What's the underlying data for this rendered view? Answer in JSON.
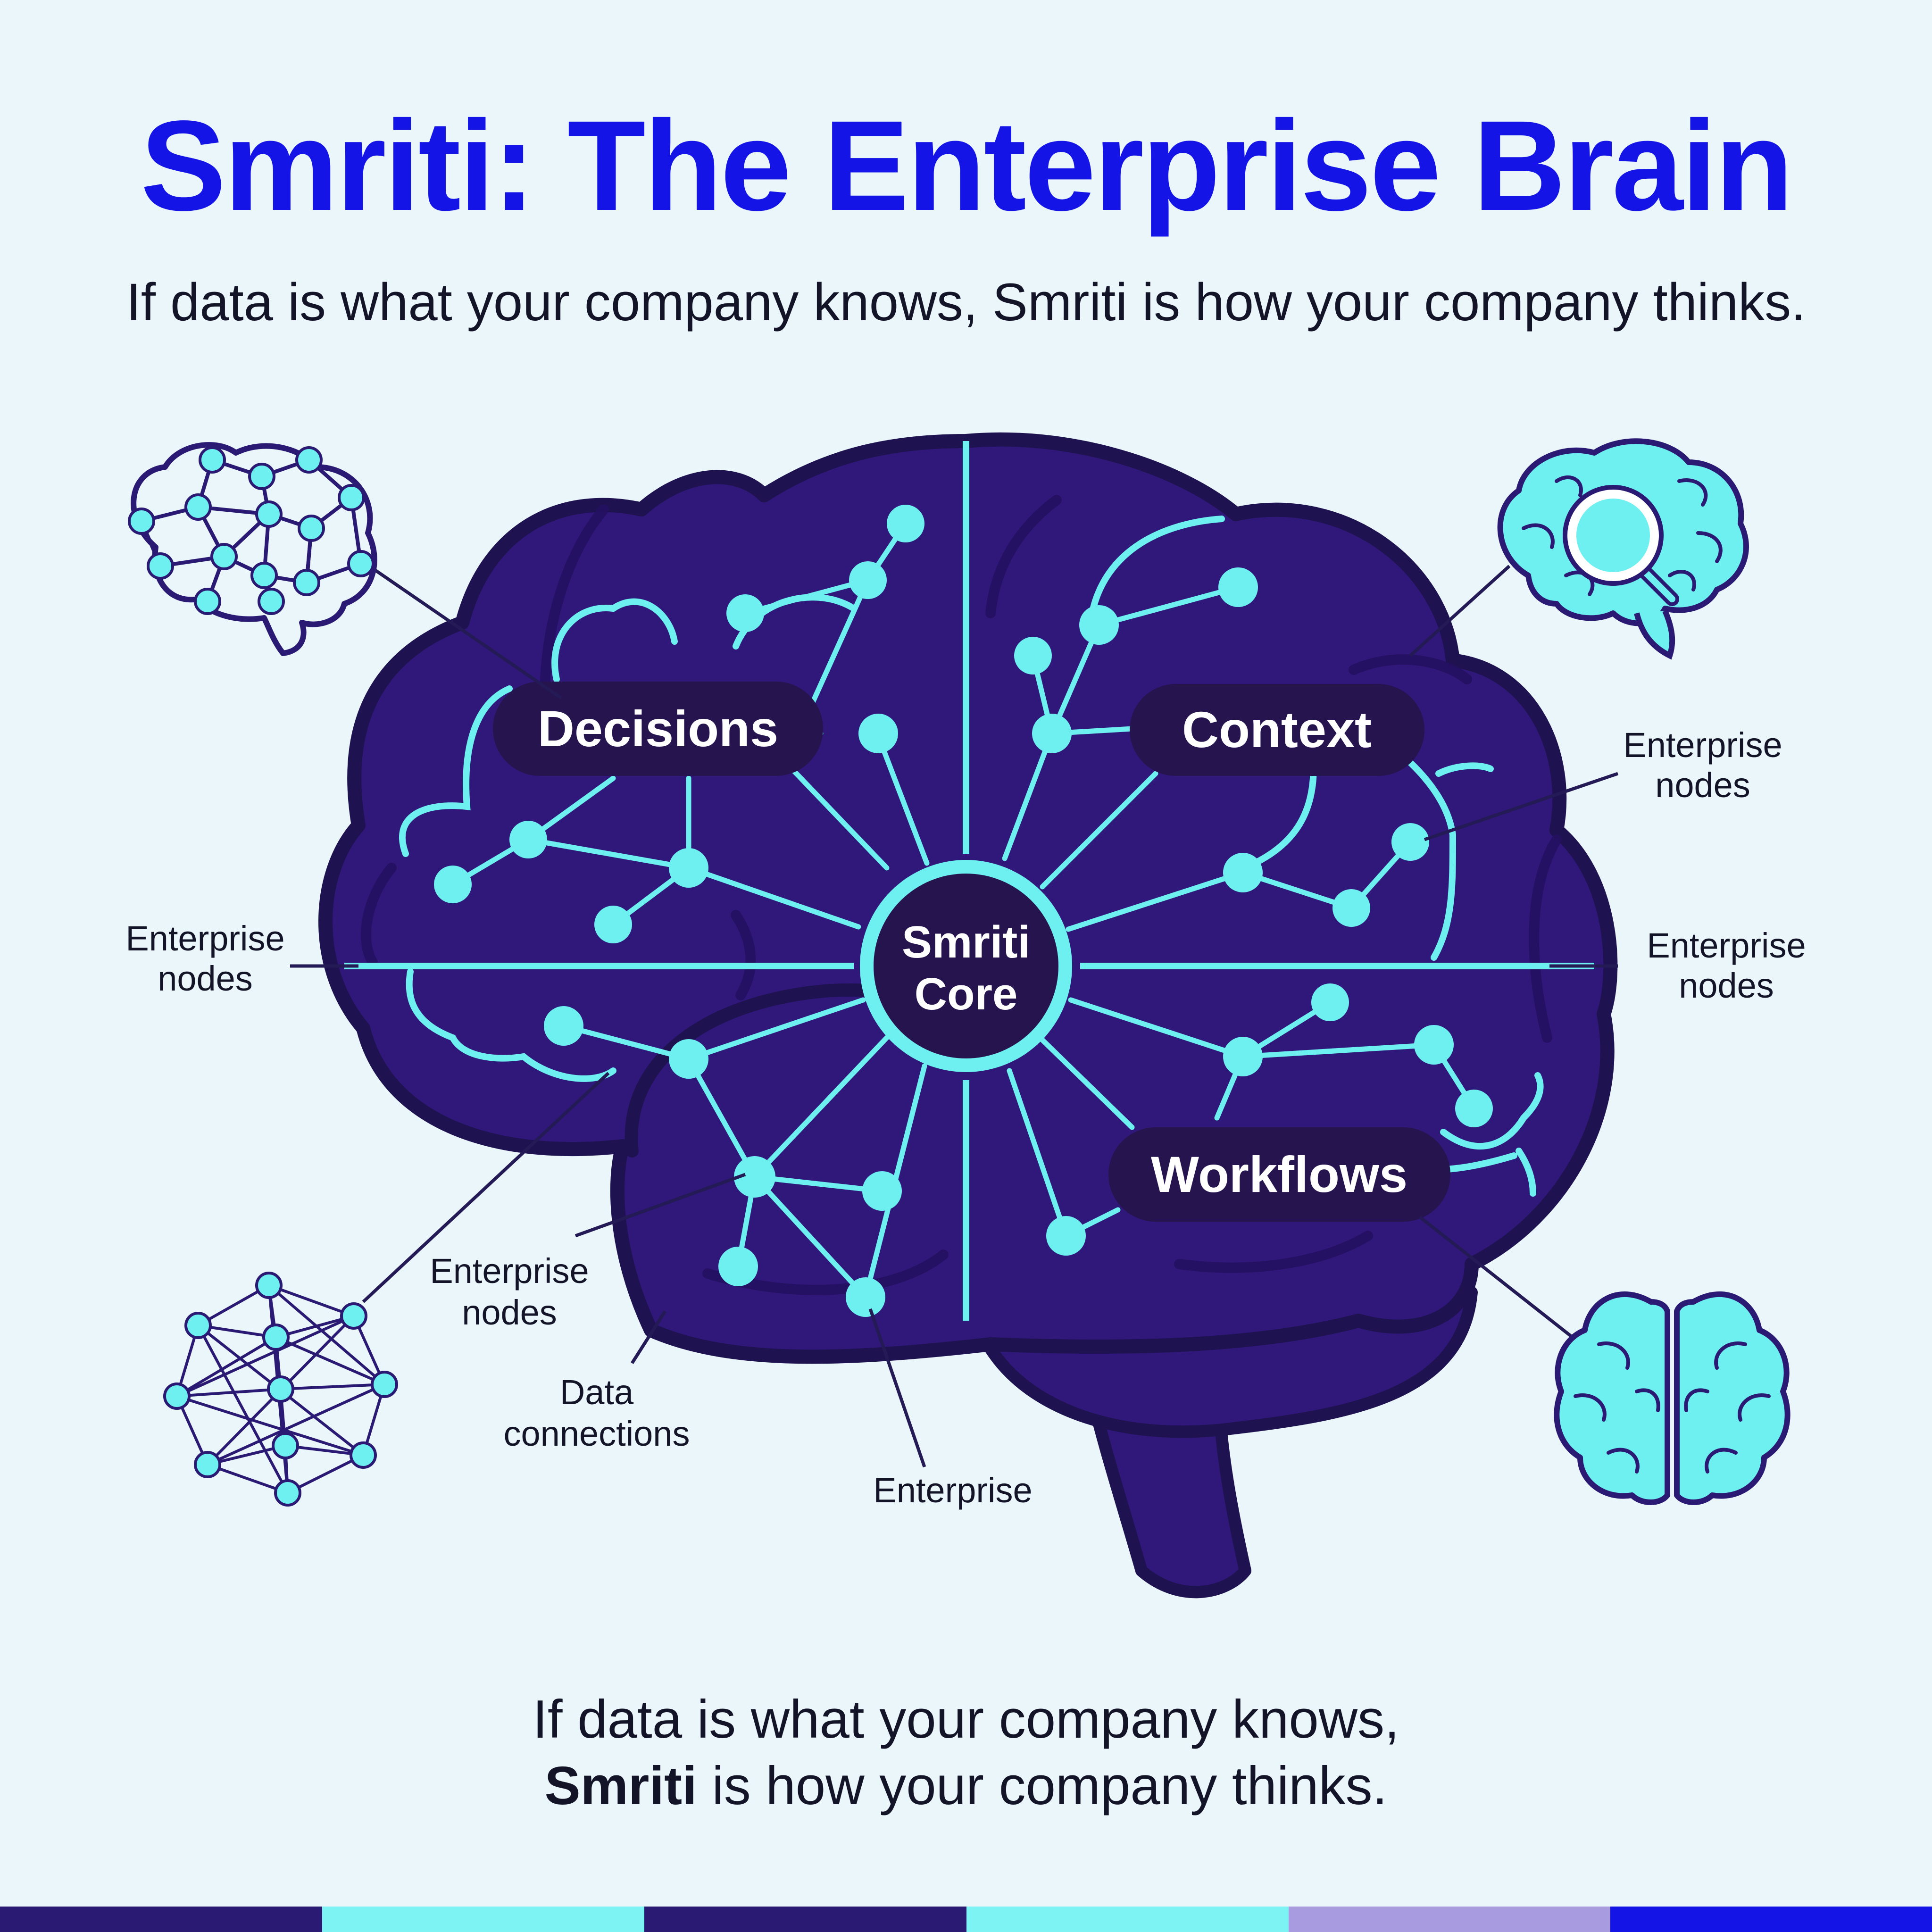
{
  "header": {
    "title": "Smriti: The Enterprise Brain",
    "subtitle": "If data is what your company knows, Smriti is how your company thinks."
  },
  "diagram": {
    "core": {
      "line1": "Smriti",
      "line2": "Core"
    },
    "regions": {
      "decisions": "Decisions",
      "context": "Context",
      "workflows": "Workflows"
    },
    "callouts": {
      "top_right": {
        "line1": "Enterprise",
        "line2": "nodes"
      },
      "right": {
        "line1": "Enterprise",
        "line2": "nodes"
      },
      "left": {
        "line1": "Enterprise",
        "line2": "nodes"
      },
      "bottom_left": {
        "line1": "Enterprise",
        "line2": "nodes"
      },
      "data_connections": {
        "line1": "Data",
        "line2": "connections"
      },
      "bottom": "Enterprise"
    },
    "colors": {
      "brain_fill": "#30187a",
      "brain_outline": "#1e1250",
      "node_cyan": "#6ef0f0",
      "pill_bg": "#26144f",
      "title_blue": "#1414e6"
    },
    "icons": [
      "network-brain-icon",
      "brain-search-icon",
      "network-sphere-icon",
      "brain-hemispheres-icon"
    ]
  },
  "footer": {
    "line1": "If data is what your company knows,",
    "brand": "Smriti",
    "line2_rest": " is how your company thinks."
  },
  "stripe_colors": [
    "#2b1a73",
    "#7ef3f3",
    "#2b1a73",
    "#7ef3f3",
    "#a89be0",
    "#1414e6"
  ]
}
